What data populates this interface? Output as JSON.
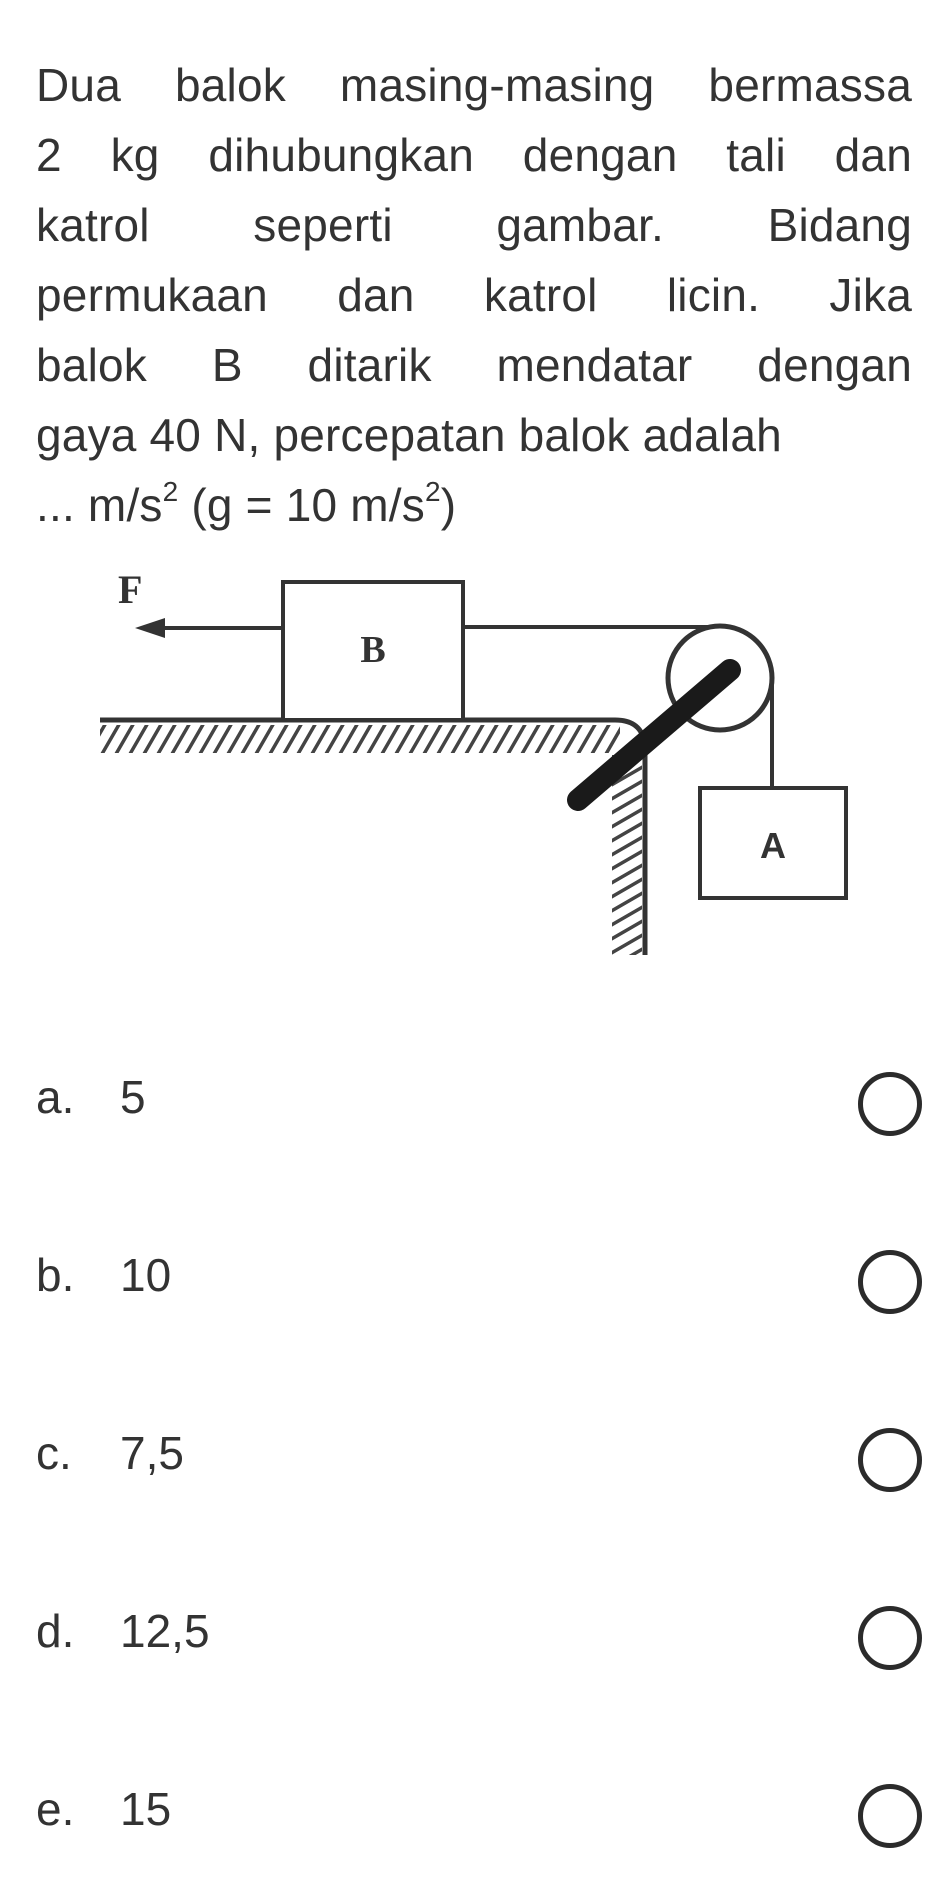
{
  "question": {
    "lines": [
      "Dua balok masing-masing bermassa",
      "2 kg dihubungkan dengan tali dan",
      "katrol seperti gambar. Bidang",
      "permukaan dan katrol licin. Jika",
      "balok B ditarik mendatar dengan",
      "gaya 40 N, percepatan balok adalah"
    ],
    "formula_prefix": "... m/s",
    "formula_exp": "2",
    "formula_mid": " (g = 10 m/s",
    "formula_exp2": "2",
    "formula_suffix": ")"
  },
  "diagram": {
    "force_label": "F",
    "block_b_label": "B",
    "block_a_label": "A"
  },
  "options": [
    {
      "letter": "a.",
      "value": "5"
    },
    {
      "letter": "b.",
      "value": "10"
    },
    {
      "letter": "c.",
      "value": "7,5"
    },
    {
      "letter": "d.",
      "value": "12,5"
    },
    {
      "letter": "e.",
      "value": "15"
    }
  ],
  "colors": {
    "text": "#333333",
    "radio_border": "#2b2b2b"
  }
}
